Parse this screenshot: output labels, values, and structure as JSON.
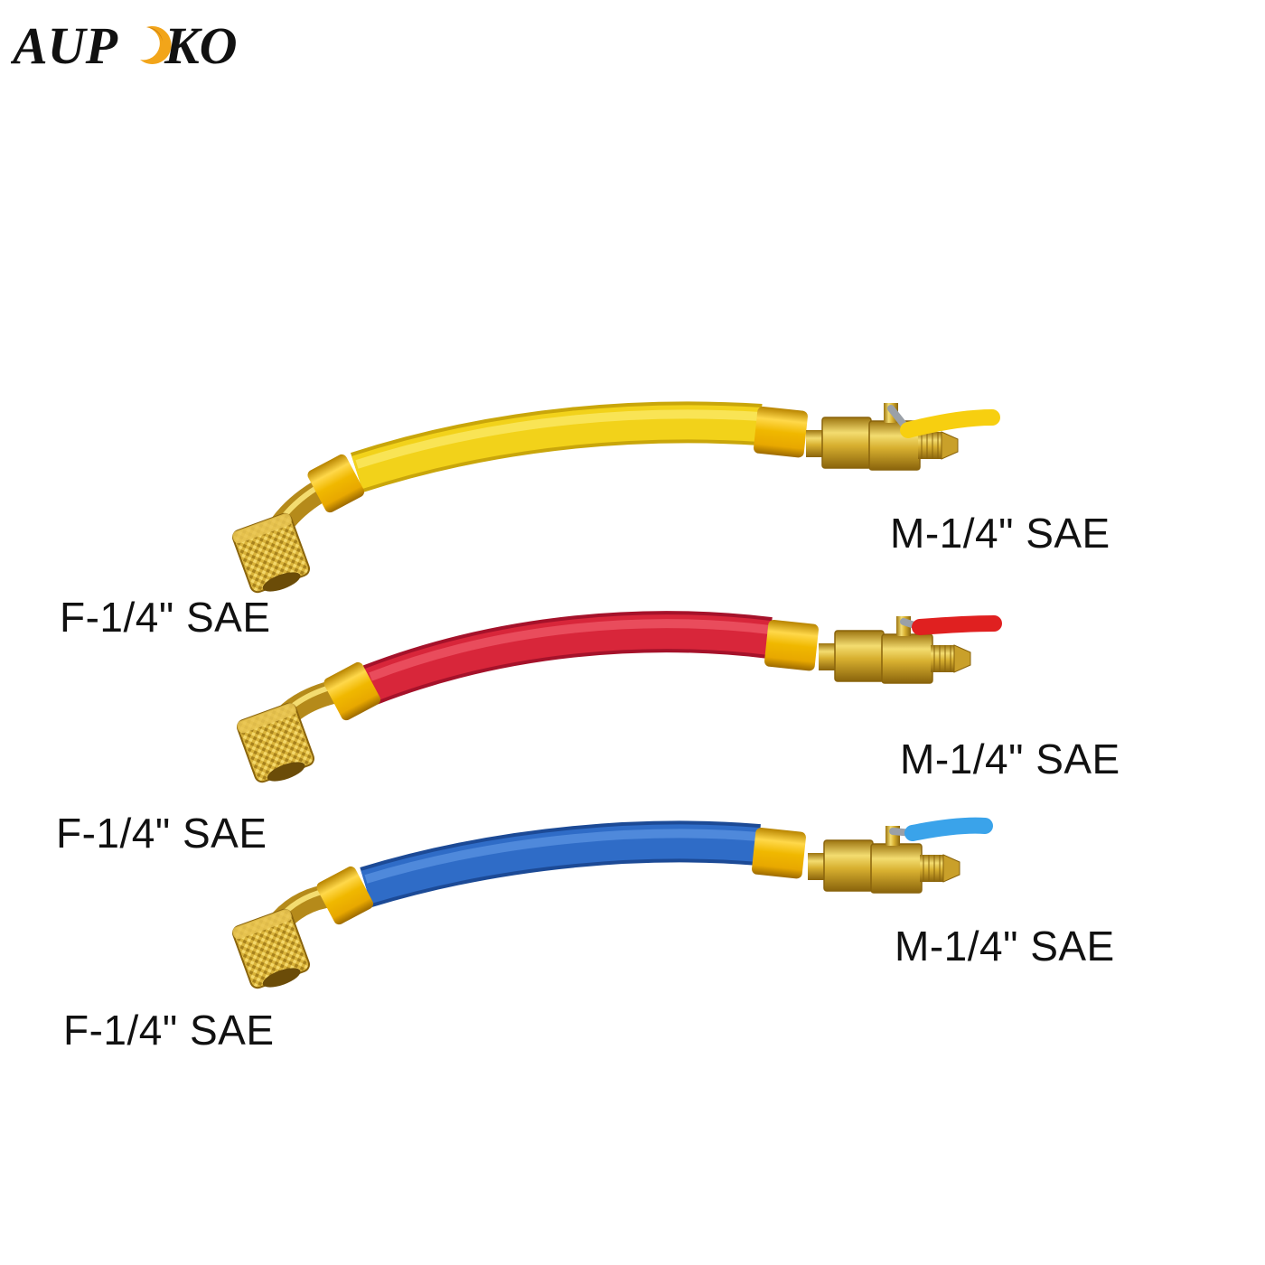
{
  "brand": {
    "name": "AUPOKO",
    "text_left": "AUP",
    "text_right": "KO",
    "text_color": "#111111",
    "swirl_color": "#f2a51a",
    "swirl_accent": "#c97a0a"
  },
  "hoses": [
    {
      "id": "yellow",
      "color": "#f2d21a",
      "color_light": "#fbe96a",
      "color_dark": "#c9a60a",
      "handle_color": "#f7cf10",
      "female_end_label": "F-1/4\" SAE",
      "male_end_label": "M-1/4\" SAE"
    },
    {
      "id": "red",
      "color": "#d8263a",
      "color_light": "#ef5a68",
      "color_dark": "#a5122a",
      "handle_color": "#e02020",
      "female_end_label": "F-1/4\" SAE",
      "male_end_label": "M-1/4\" SAE"
    },
    {
      "id": "blue",
      "color": "#2f6cc7",
      "color_light": "#5b93e2",
      "color_dark": "#1c4a96",
      "handle_color": "#3aa3ea",
      "female_end_label": "F-1/4\" SAE",
      "male_end_label": "M-1/4\" SAE"
    }
  ],
  "brass": {
    "base": "#d8b030",
    "light": "#f3dc70",
    "dark": "#9c7410",
    "fitting": "#e6be38"
  },
  "icons": {
    "knurled_nut": "knurled-nut-icon",
    "ball_valve": "ball-valve-icon",
    "flare_fitting": "flare-fitting-icon"
  }
}
